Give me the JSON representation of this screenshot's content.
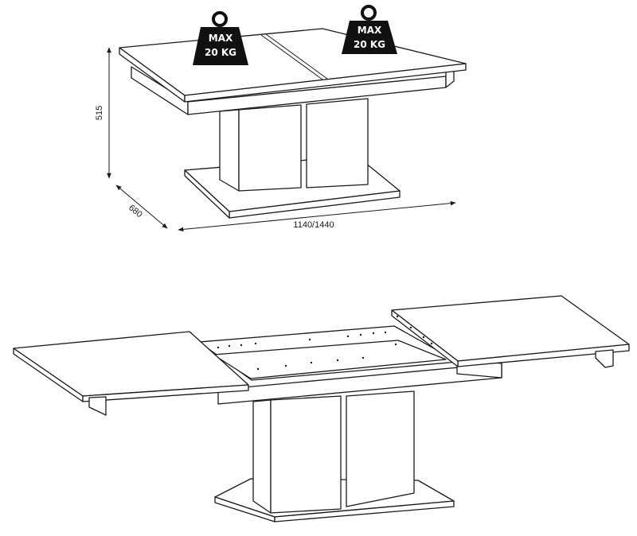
{
  "dimensions": {
    "height": "515",
    "depth": "680",
    "width": "1140/1440"
  },
  "weight_badges": [
    {
      "line1": "MAX",
      "line2": "20 KG"
    },
    {
      "line1": "MAX",
      "line2": "20 KG"
    }
  ],
  "colors": {
    "line": "#1a1a1a",
    "badge": "#111111",
    "background": "#ffffff"
  }
}
